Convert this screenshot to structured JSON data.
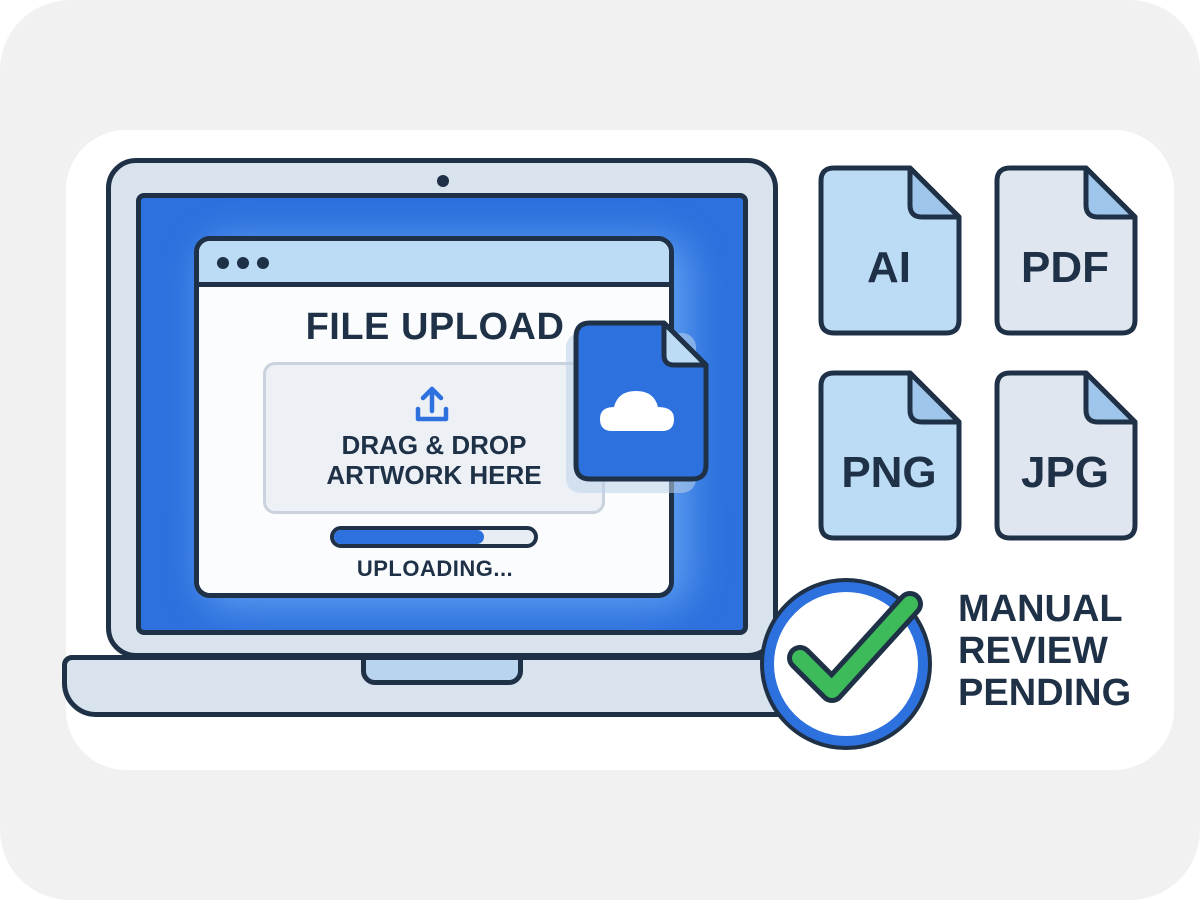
{
  "upload": {
    "title": "FILE UPLOAD",
    "dropzone_line1": "DRAG & DROP",
    "dropzone_line2": "ARTWORK HERE",
    "progress_fraction": 0.75,
    "status": "UPLOADING..."
  },
  "formats": [
    {
      "label": "AI",
      "fill": "#bcdcf6"
    },
    {
      "label": "PDF",
      "fill": "#dfe6ef"
    },
    {
      "label": "PNG",
      "fill": "#bcdcf6"
    },
    {
      "label": "JPG",
      "fill": "#dfe6ef"
    }
  ],
  "review": {
    "line1": "MANUAL",
    "line2": "REVIEW",
    "line3": "PENDING"
  },
  "colors": {
    "outline": "#1f3147",
    "accent_blue": "#2d71de",
    "light_blue": "#bcdcf6",
    "check_green": "#3dbb5a"
  },
  "icons": {
    "upload": "upload-arrow-icon",
    "cloud": "cloud-file-icon",
    "check": "check-icon"
  }
}
